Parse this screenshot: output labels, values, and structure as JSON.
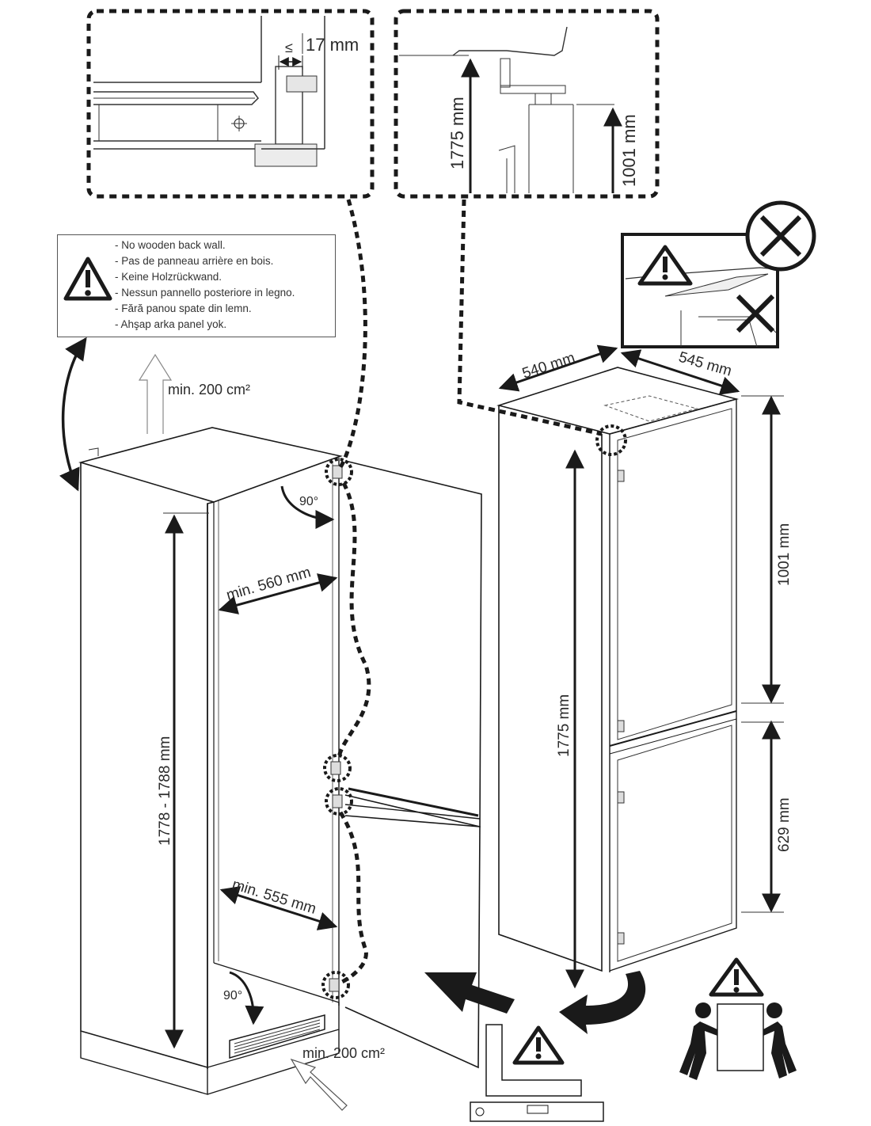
{
  "detail_left": {
    "label": "17 mm",
    "symbol": "≤"
  },
  "detail_right": {
    "height_total": "1775 mm",
    "height_upper": "1001 mm"
  },
  "warning_box": {
    "lines": [
      "- No wooden back wall.",
      "- Pas de panneau arrière en bois.",
      "- Keine Holzrückwand.",
      "- Nessun pannello posteriore in legno.",
      "- Fără panou spate din lemn.",
      "- Ahşap arka panel yok."
    ]
  },
  "niche": {
    "vent_top": "min. 200 cm²",
    "vent_bottom": "min. 200 cm²",
    "angle_top": "90°",
    "angle_bottom": "90°",
    "width_top": "min. 560 mm",
    "width_bottom": "min. 555 mm",
    "height": "1778 - 1788 mm"
  },
  "appliance": {
    "width": "540 mm",
    "depth": "545 mm",
    "height_total": "1775 mm",
    "height_upper": "1001 mm",
    "height_lower": "629 mm"
  },
  "icons": [
    "warning-triangle-icon",
    "cross-circle-icon",
    "two-person-lift-icon",
    "square-level-tool-icon"
  ],
  "colors": {
    "line": "#1a1a1a",
    "hatch": "#ececec"
  }
}
